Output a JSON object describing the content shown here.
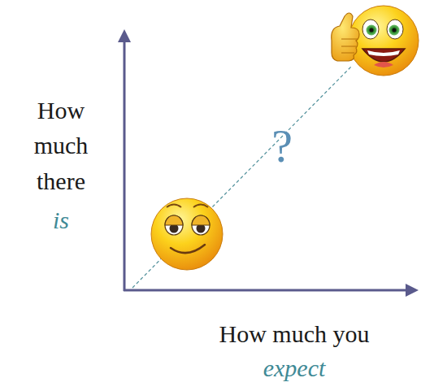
{
  "diagram": {
    "labels": [
      "How much there",
      "is",
      "How much you",
      "expect",
      "?"
    ]
  }
}
